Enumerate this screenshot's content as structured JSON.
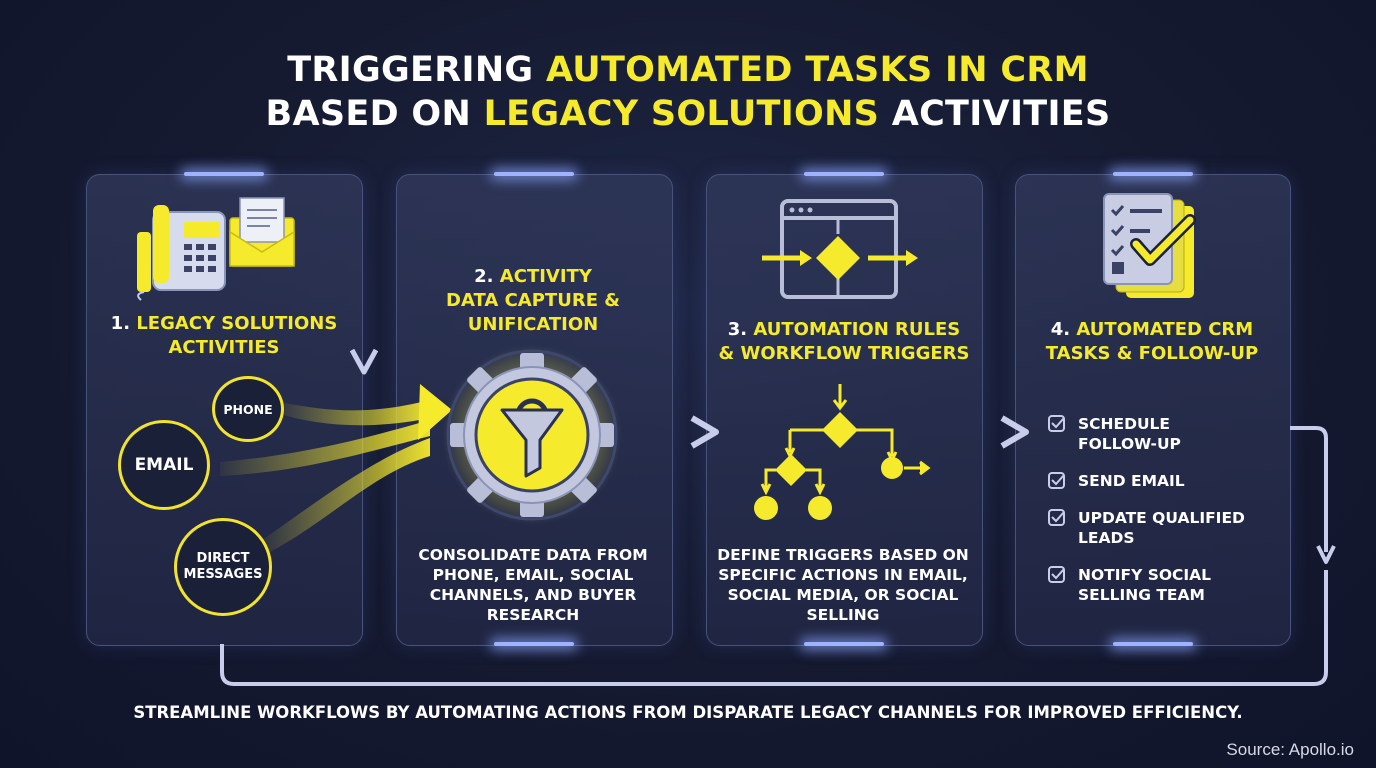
{
  "title": {
    "line1_part1": "TRIGGERING ",
    "line1_part2": "AUTOMATED TASKS IN CRM",
    "line2_part1": "BASED ON ",
    "line2_part2": "LEGACY SOLUTIONS",
    "line2_part3": " ACTIVITIES"
  },
  "steps": [
    {
      "number": "1.",
      "title": "LEGACY SOLUTIONS ACTIVITIES",
      "icons": [
        "desk-phone-icon",
        "envelope-icon"
      ],
      "channels": [
        "PHONE",
        "EMAIL",
        "DIRECT MESSAGES"
      ]
    },
    {
      "number": "2.",
      "title_line1": "ACTIVITY",
      "title_line2": "DATA CAPTURE &",
      "title_line3": "UNIFICATION",
      "icon": "gear-funnel-icon",
      "description": "CONSOLIDATE DATA FROM PHONE, EMAIL, SOCIAL CHANNELS, AND BUYER RESEARCH"
    },
    {
      "number": "3.",
      "title_line1": "AUTOMATION RULES",
      "title_line2": "& WORKFLOW TRIGGERS",
      "icons": [
        "workflow-window-icon",
        "decision-tree-icon"
      ],
      "description": "DEFINE TRIGGERS BASED ON SPECIFIC ACTIONS IN EMAIL, SOCIAL MEDIA, OR SOCIAL SELLING"
    },
    {
      "number": "4.",
      "title_line1": "AUTOMATED CRM",
      "title_line2": "TASKS & FOLLOW-UP",
      "icon": "checklist-icon",
      "tasks": [
        "SCHEDULE FOLLOW-UP",
        "SEND EMAIL",
        "UPDATE QUALIFIED LEADS",
        "NOTIFY SOCIAL SELLING TEAM"
      ]
    }
  ],
  "footer": "STREAMLINE WORKFLOWS BY AUTOMATING ACTIONS FROM DISPARATE LEGACY CHANNELS FOR IMPROVED EFFICIENCY.",
  "source": "Source: Apollo.io",
  "colors": {
    "accent": "#f6ea2d",
    "background": "#151a30",
    "panel_border": "#48527a",
    "arrow": "#c7cdea"
  }
}
